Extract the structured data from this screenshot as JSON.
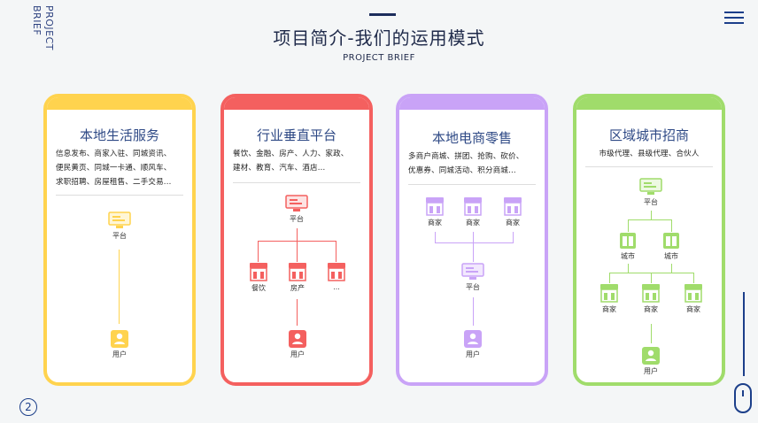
{
  "header": {
    "side_line1": "PROJECT",
    "side_line2": "BRIEF",
    "title": "项目简介-我们的运用模式",
    "subtitle": "PROJECT BRIEF"
  },
  "footer": {
    "page_number": "2"
  },
  "colors": {
    "yellow": "#ffd34e",
    "red": "#f4605f",
    "purple": "#c9a3f7",
    "green": "#a0dc6b",
    "navy": "#1c3f8a"
  },
  "cards": [
    {
      "title": "本地生活服务",
      "desc": [
        "信息发布、商家入驻、同城资讯、",
        "便民黄页、同城一卡通、顺风车、",
        "求职招聘、房屋租售、二手交易..."
      ],
      "nodes": {
        "platform": "平台",
        "user": "用户"
      }
    },
    {
      "title": "行业垂直平台",
      "desc": [
        "餐饮、金融、房产、人力、家政、",
        "建材、教育、汽车、酒店..."
      ],
      "nodes": {
        "platform": "平台",
        "sub1": "餐饮",
        "sub2": "房产",
        "sub3": "...",
        "user": "用户"
      }
    },
    {
      "title": "本地电商零售",
      "desc": [
        "多商户商城、拼团、抢购、砍价、",
        "优惠券、同城活动、积分商城..."
      ],
      "nodes": {
        "m1": "商家",
        "m2": "商家",
        "m3": "商家",
        "platform": "平台",
        "user": "用户"
      }
    },
    {
      "title": "区域城市招商",
      "desc": [
        "市级代理、县级代理、合伙人"
      ],
      "nodes": {
        "platform": "平台",
        "city1": "城市",
        "city2": "城市",
        "m1": "商家",
        "m2": "商家",
        "m3": "商家",
        "user": "用户"
      }
    }
  ]
}
